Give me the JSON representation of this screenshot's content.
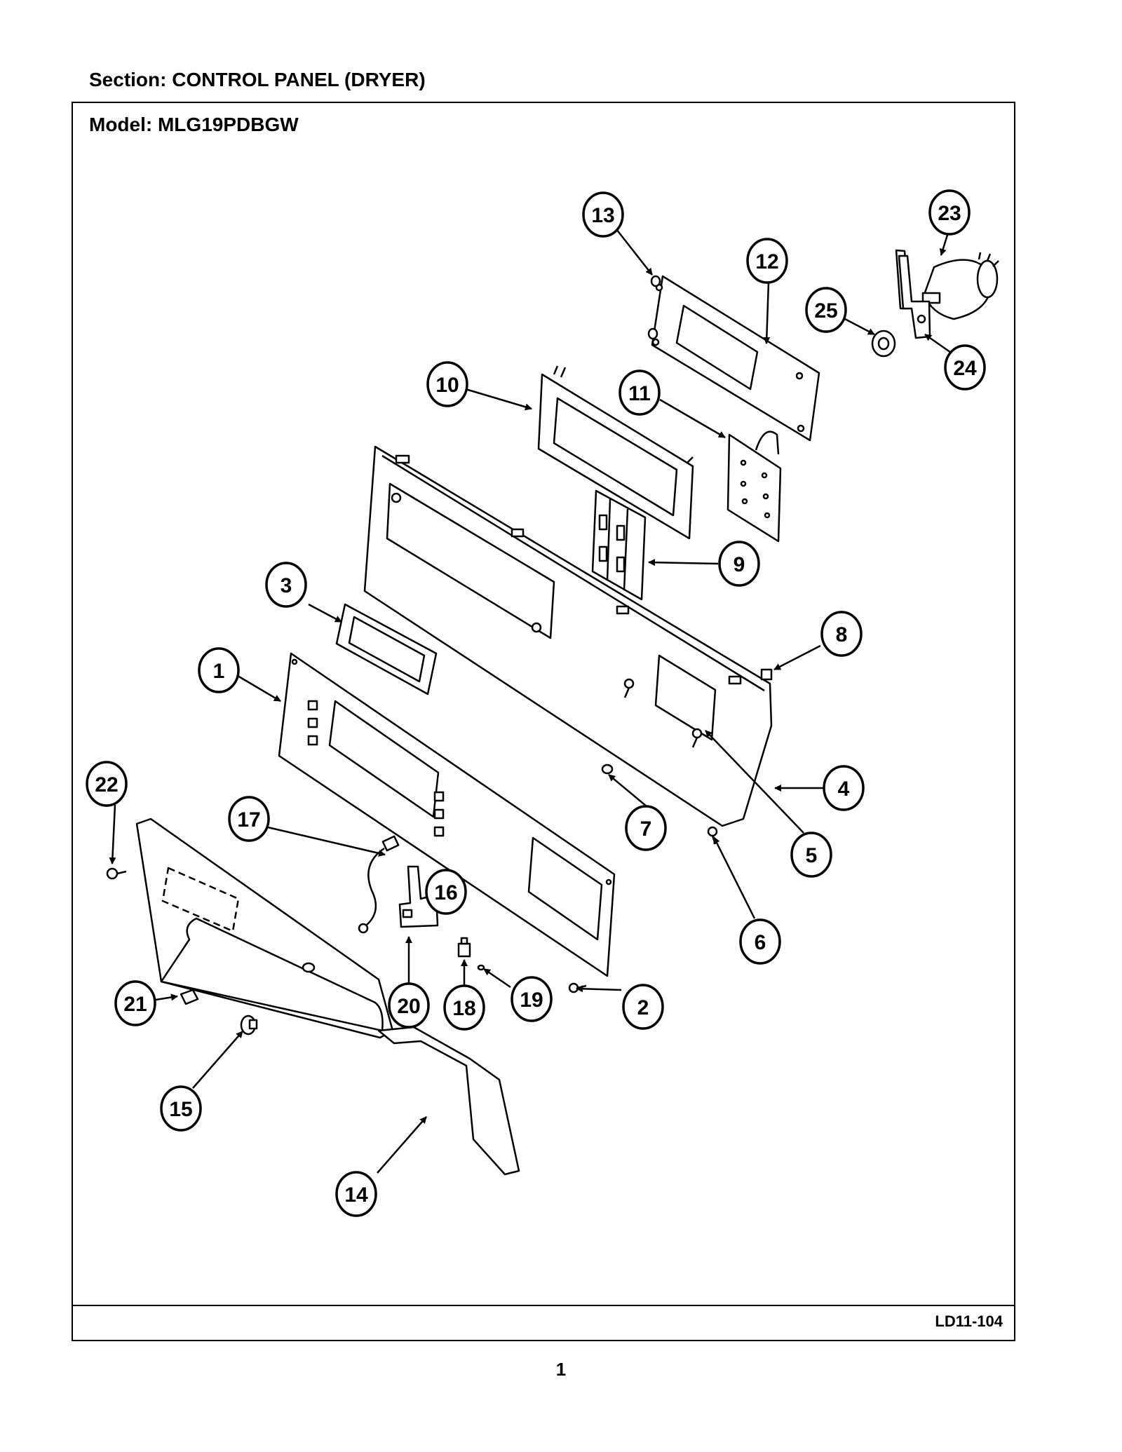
{
  "section_title": "Section:  CONTROL PANEL (DRYER)",
  "model_title": "Model:  MLG19PDBGW",
  "drawing_code": "LD11-104",
  "page_number": "1",
  "callouts": [
    {
      "label": "1"
    },
    {
      "label": "2"
    },
    {
      "label": "3"
    },
    {
      "label": "4"
    },
    {
      "label": "5"
    },
    {
      "label": "6"
    },
    {
      "label": "7"
    },
    {
      "label": "8"
    },
    {
      "label": "9"
    },
    {
      "label": "10"
    },
    {
      "label": "11"
    },
    {
      "label": "12"
    },
    {
      "label": "13"
    },
    {
      "label": "14"
    },
    {
      "label": "15"
    },
    {
      "label": "16"
    },
    {
      "label": "17"
    },
    {
      "label": "18"
    },
    {
      "label": "19"
    },
    {
      "label": "20"
    },
    {
      "label": "21"
    },
    {
      "label": "22"
    },
    {
      "label": "23"
    },
    {
      "label": "24"
    },
    {
      "label": "25"
    }
  ]
}
